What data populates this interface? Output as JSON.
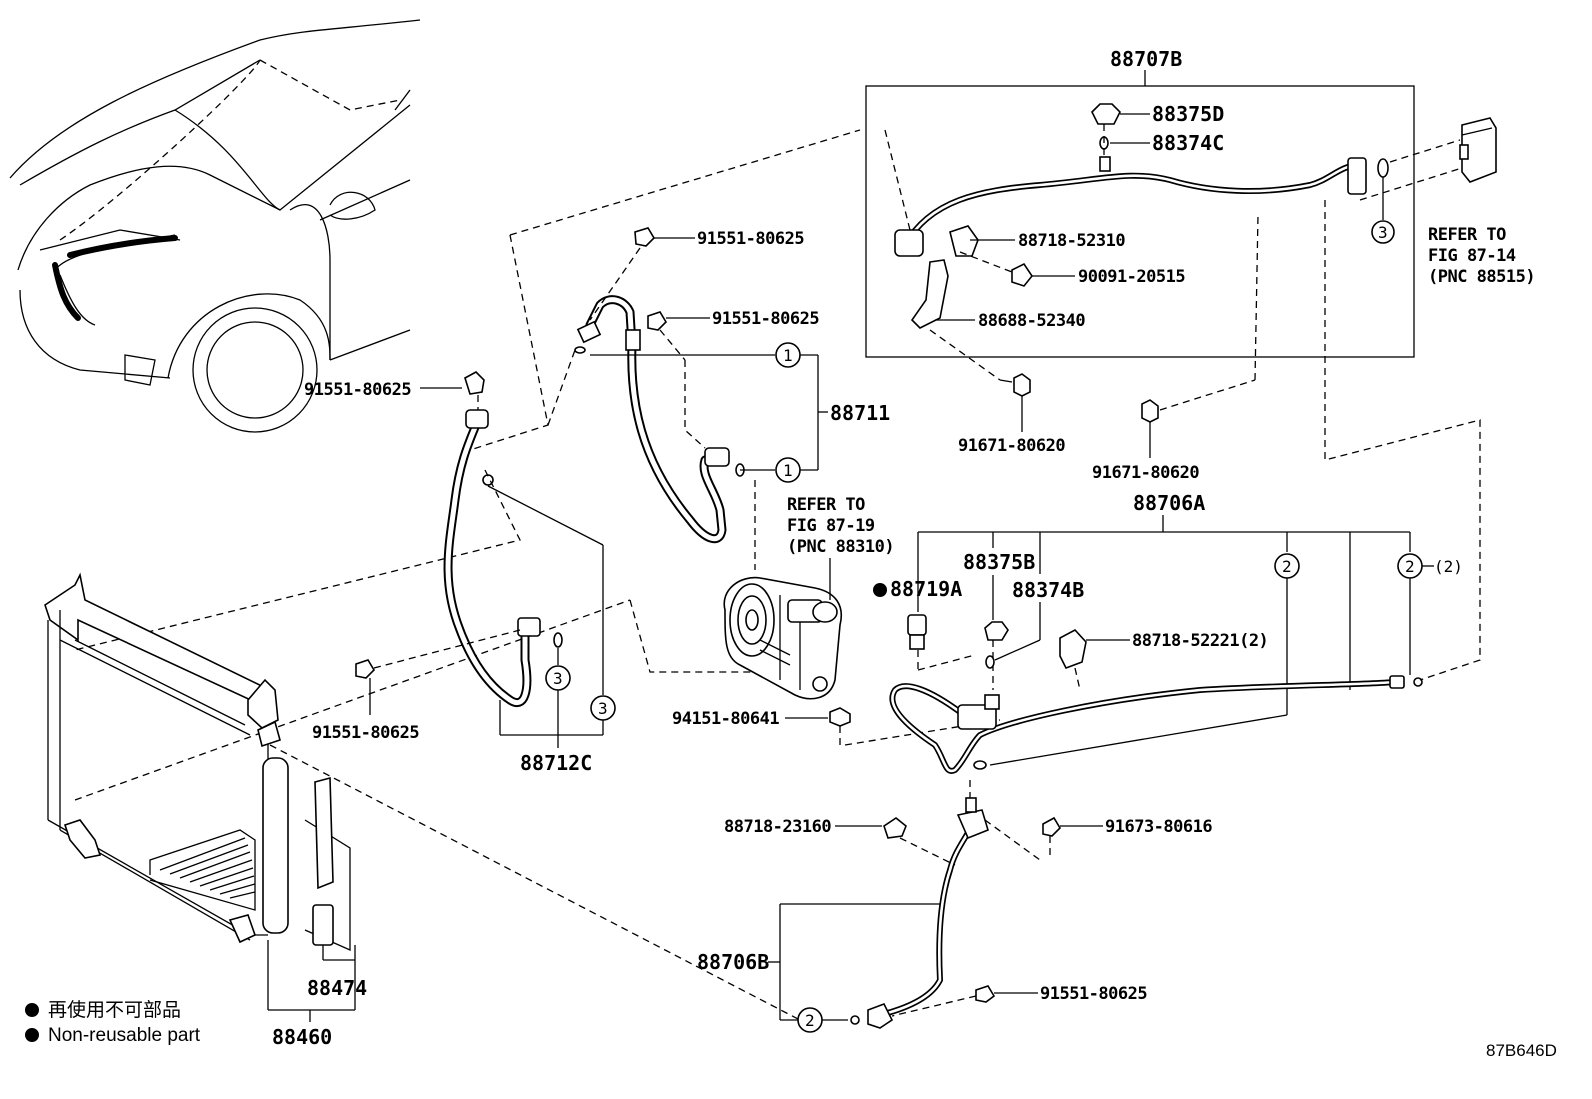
{
  "diagram_code": "87B646D",
  "box_label": "88707B",
  "parts": {
    "p88375D": "88375D",
    "p88374C": "88374C",
    "p88718_52310": "88718-52310",
    "p90091_20515": "90091-20515",
    "p88688_52340": "88688-52340",
    "p91671_80620_a": "91671-80620",
    "p91671_80620_b": "91671-80620",
    "p91551_80625_a": "91551-80625",
    "p91551_80625_b": "91551-80625",
    "p91551_80625_c": "91551-80625",
    "p91551_80625_d": "91551-80625",
    "p91551_80625_e": "91551-80625",
    "p88711": "88711",
    "p88712C": "88712C",
    "p88706A": "88706A",
    "p88375B": "88375B",
    "p88374B": "88374B",
    "p88719A": "88719A",
    "p88718_52221": "88718-52221(2)",
    "p94151_80641": "94151-80641",
    "p88718_23160": "88718-23160",
    "p91673_80616": "91673-80616",
    "p88706B": "88706B",
    "p88474": "88474",
    "p88460": "88460"
  },
  "refs": {
    "fig87_14": [
      "REFER TO",
      "FIG 87-14",
      "(PNC 88515)"
    ],
    "fig87_19": [
      "REFER TO",
      "FIG 87-19",
      "(PNC 88310)"
    ]
  },
  "callouts": {
    "one": "1",
    "two": "2",
    "three": "3",
    "qty2": "(2)"
  },
  "legend": {
    "jp": "再使用不可部品",
    "en": "Non-reusable part"
  }
}
